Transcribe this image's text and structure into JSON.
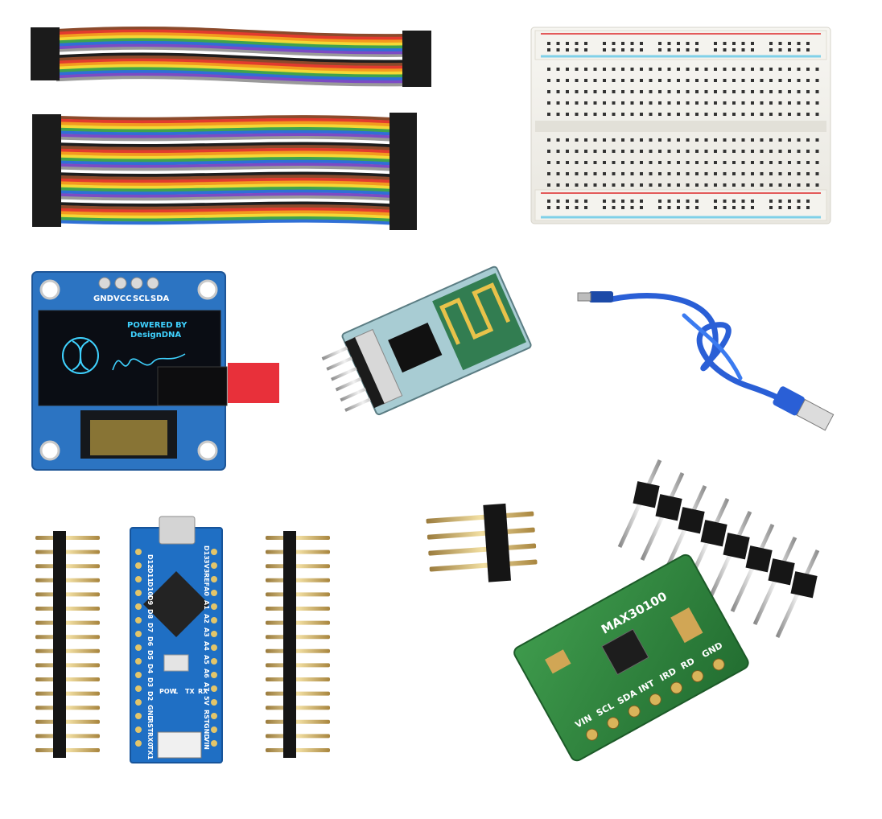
{
  "oled": {
    "pins": [
      "GND",
      "VCC",
      "SCL",
      "SDA"
    ],
    "screen_line1": "POWERED BY",
    "screen_line2": "DesignDNA"
  },
  "nano": {
    "left_pins": [
      "D12",
      "D11",
      "D10",
      "D9",
      "D8",
      "D7",
      "D6",
      "D5",
      "D4",
      "D3",
      "D2",
      "GND",
      "RST",
      "RX0",
      "TX1"
    ],
    "right_pins": [
      "D13",
      "3V3",
      "REF",
      "A0",
      "A1",
      "A2",
      "A3",
      "A4",
      "A5",
      "A6",
      "A7",
      "5V",
      "RST",
      "GND",
      "VIN"
    ],
    "led_labels": [
      "POW",
      "L",
      "TX",
      "RX"
    ]
  },
  "max30100": {
    "chip_label": "MAX30100",
    "pins": [
      "VIN",
      "SCL",
      "SDA",
      "INT",
      "IRD",
      "RD",
      "GND"
    ]
  },
  "colors": {
    "background": "#ffffff",
    "pcb_blue": "#1f6fc4",
    "pcb_green": "#2f8a3e",
    "oled_screen_text": "#3fd2ff",
    "breadboard": "#f2f0ea",
    "usb_cable": "#2a5fd6",
    "red_tab": "#e8303a"
  }
}
